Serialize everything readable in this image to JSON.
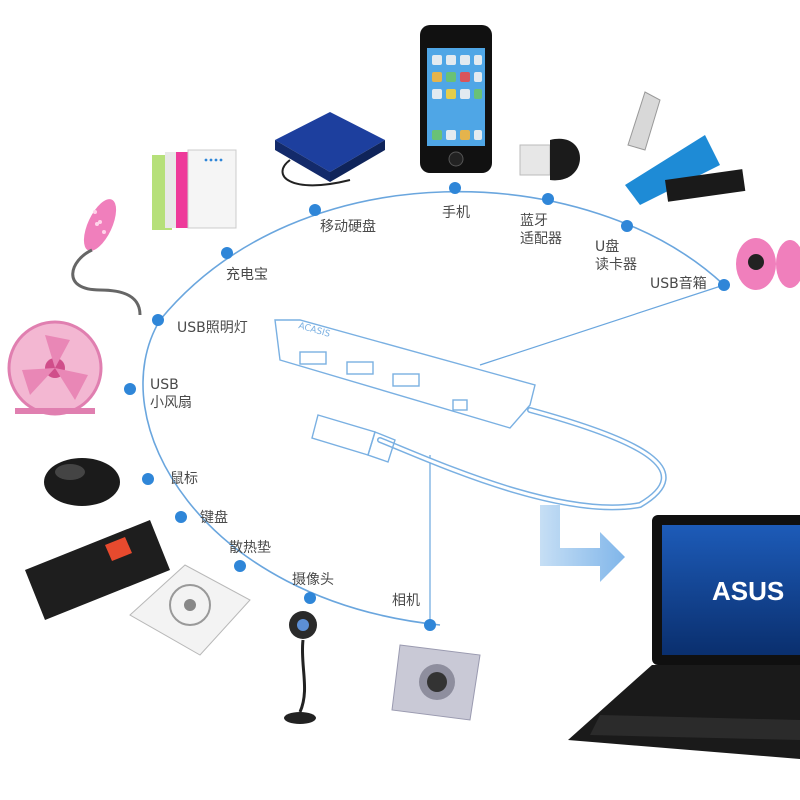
{
  "diagram": {
    "accent": "#2f86d8",
    "hub_logo": "ACASIS",
    "laptop_brand": "ASUS",
    "devices": [
      {
        "id": "usb-light",
        "label": "USB照明灯"
      },
      {
        "id": "power-bank",
        "label": "充电宝"
      },
      {
        "id": "mobile-hdd",
        "label": "移动硬盘"
      },
      {
        "id": "phone",
        "label": "手机"
      },
      {
        "id": "bt-adapter",
        "label": "蓝牙\n适配器"
      },
      {
        "id": "card-reader",
        "label": "U盘\n读卡器"
      },
      {
        "id": "usb-speaker",
        "label": "USB音箱"
      },
      {
        "id": "usb-fan",
        "label": "USB\n小风扇"
      },
      {
        "id": "mouse",
        "label": "鼠标"
      },
      {
        "id": "keyboard",
        "label": "键盘"
      },
      {
        "id": "cooling-pad",
        "label": "散热垫"
      },
      {
        "id": "webcam",
        "label": "摄像头"
      },
      {
        "id": "camera",
        "label": "相机"
      }
    ]
  }
}
